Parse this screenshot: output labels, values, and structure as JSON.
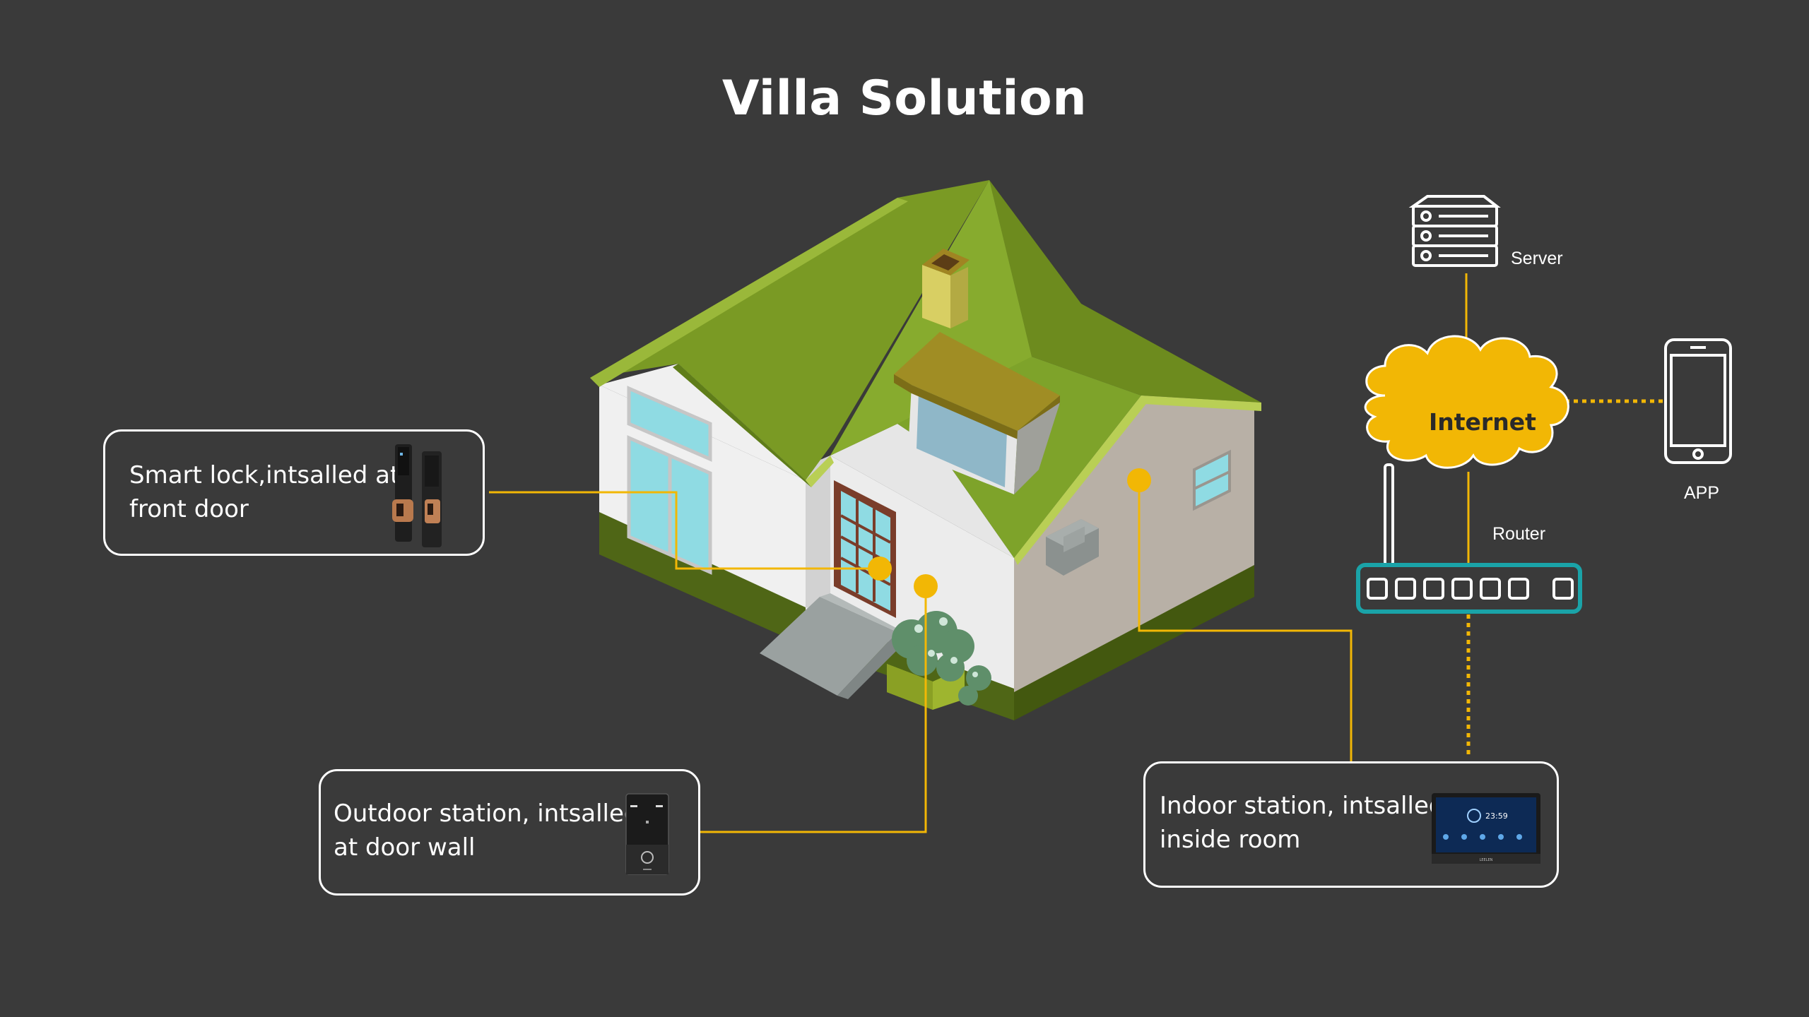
{
  "title": "Villa Solution",
  "callouts": {
    "smart_lock": {
      "line1": "Smart lock,intsalled at",
      "line2": "front door"
    },
    "outdoor_station": {
      "line1": "Outdoor station, intsalled",
      "line2": "at door wall"
    },
    "indoor_station": {
      "line1": "Indoor station, intsalled",
      "line2": "inside room"
    }
  },
  "network": {
    "server_label": "Server",
    "internet_label": "Internet",
    "app_label": "APP",
    "router_label": "Router"
  },
  "device_screen": {
    "time": "23:59",
    "brand": "LEELEN"
  },
  "colors": {
    "background": "#3a3a3a",
    "connector": "#f2b705",
    "router_outline": "#1aa3a8",
    "roof": "#7a9a24",
    "roof_dark": "#5f7d19",
    "wall": "#efefef",
    "wall_side": "#b8b0a6",
    "base": "#4f6616",
    "window": "#8fdbe3"
  },
  "icons": [
    "server-icon",
    "cloud-icon",
    "smartphone-icon",
    "router-icon",
    "smart-lock-icon",
    "outdoor-station-icon",
    "indoor-monitor-icon",
    "house-illustration"
  ]
}
